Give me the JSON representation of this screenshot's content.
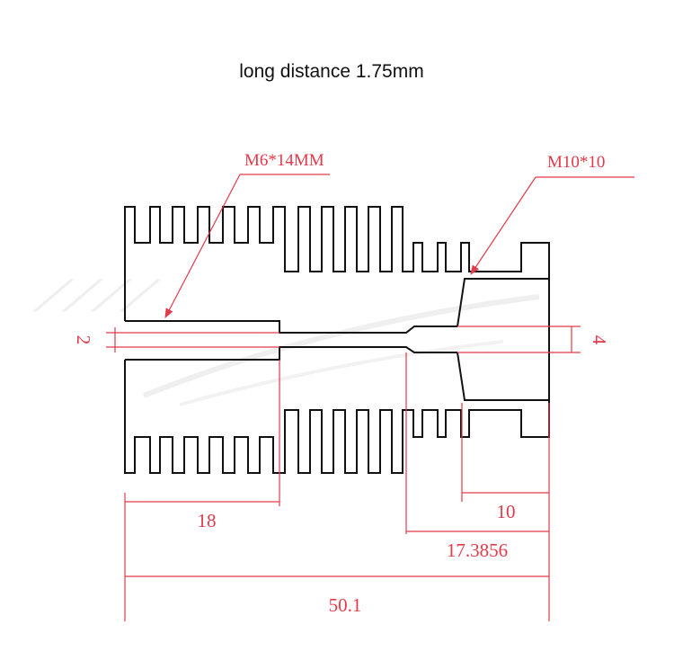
{
  "header": {
    "title": "long distance 1.75mm"
  },
  "callouts": {
    "left_thread": "M6*14MM",
    "right_thread": "M10*10"
  },
  "dimensions": {
    "bore_small": "2",
    "bore_large": "4",
    "thread_length": "18",
    "right_length": "10",
    "taper_position": "17.3856",
    "total_length": "50.1"
  },
  "colors": {
    "outline": "#111111",
    "dimension": "#e23a4a"
  }
}
